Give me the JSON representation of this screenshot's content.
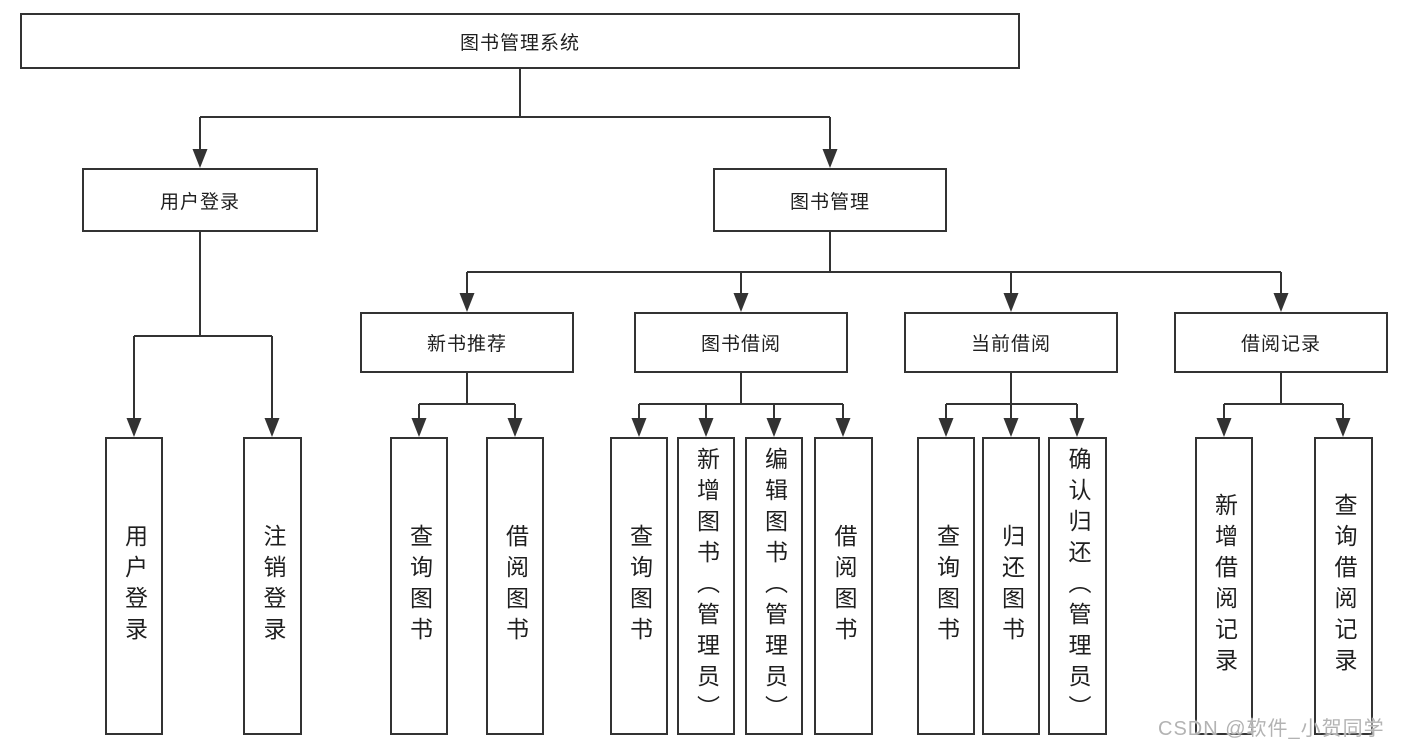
{
  "title": "图书管理系统",
  "tree": {
    "label": "图书管理系统",
    "children": [
      {
        "label": "用户登录",
        "children": [
          {
            "label": "用户登录"
          },
          {
            "label": "注销登录"
          }
        ]
      },
      {
        "label": "图书管理",
        "children": [
          {
            "label": "新书推荐",
            "children": [
              {
                "label": "查询图书"
              },
              {
                "label": "借阅图书"
              }
            ]
          },
          {
            "label": "图书借阅",
            "children": [
              {
                "label": "查询图书"
              },
              {
                "label": "新增图书（管理员）"
              },
              {
                "label": "编辑图书（管理员）"
              },
              {
                "label": "借阅图书"
              }
            ]
          },
          {
            "label": "当前借阅",
            "children": [
              {
                "label": "查询图书"
              },
              {
                "label": "归还图书"
              },
              {
                "label": "确认归还（管理员）"
              }
            ]
          },
          {
            "label": "借阅记录",
            "children": [
              {
                "label": "新增借阅记录"
              },
              {
                "label": "查询借阅记录"
              }
            ]
          }
        ]
      }
    ]
  },
  "watermark": {
    "text": "CSDN @软件_小贺同学"
  },
  "colors": {
    "line": "#333333",
    "box_border": "#333333",
    "text": "#1f1f1f",
    "background": "#ffffff",
    "watermark": "#b3b3b3"
  }
}
